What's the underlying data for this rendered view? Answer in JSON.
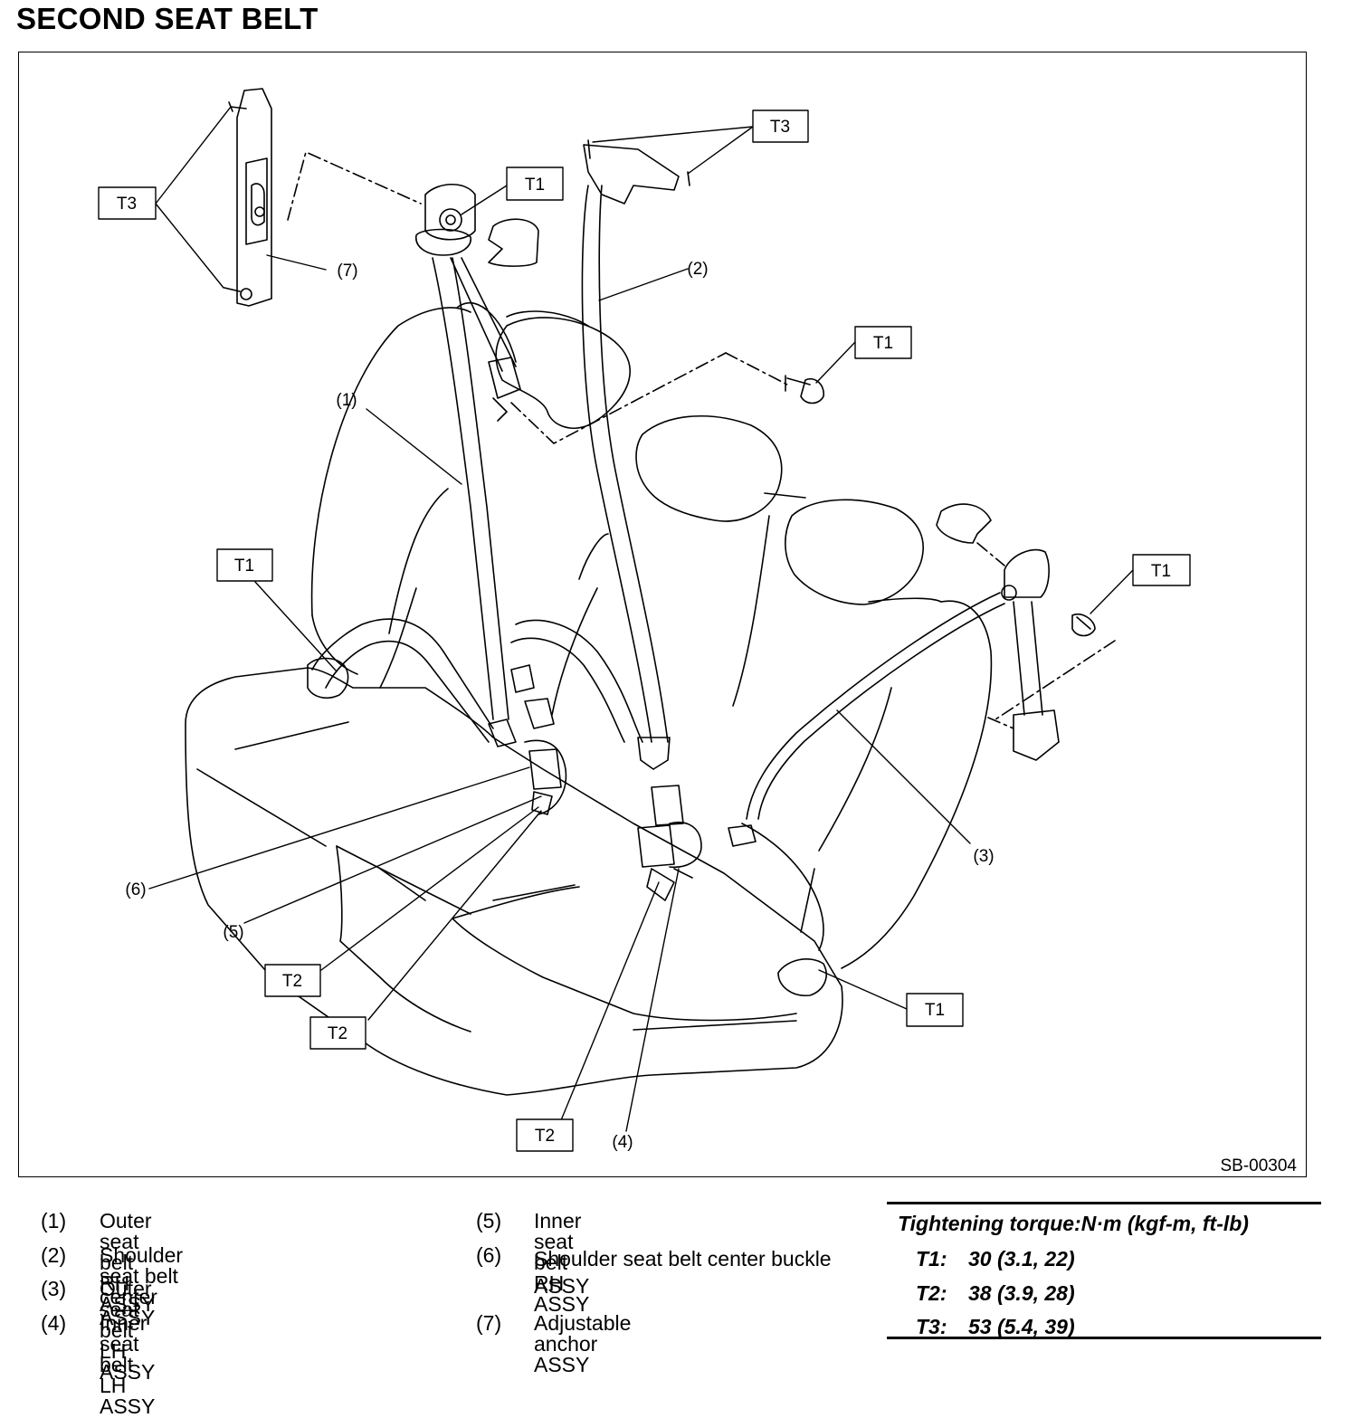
{
  "title": "SECOND SEAT BELT",
  "figure_code": "SB-00304",
  "callouts": {
    "t3": "T3",
    "t1": "T1",
    "t2": "T2",
    "n1": "(1)",
    "n2": "(2)",
    "n3": "(3)",
    "n4": "(4)",
    "n5": "(5)",
    "n6": "(6)",
    "n7": "(7)"
  },
  "legend": [
    {
      "num": "(1)",
      "label": "Outer seat belt RH ASSY"
    },
    {
      "num": "(2)",
      "label": "Shoulder seat belt center ASSY"
    },
    {
      "num": "(3)",
      "label": "Outer seat belt LH ASSY"
    },
    {
      "num": "(4)",
      "label": "Inner seat belt LH ASSY"
    },
    {
      "num": "(5)",
      "label": "Inner seat belt RH ASSY"
    },
    {
      "num": "(6)",
      "label": "Shoulder seat belt center buckle ASSY"
    },
    {
      "num": "(7)",
      "label": "Adjustable anchor ASSY"
    }
  ],
  "torque": {
    "header": "Tightening torque:N·m (kgf-m, ft-lb)",
    "rows": [
      {
        "key": "T1:",
        "value": "30 (3.1, 22)"
      },
      {
        "key": "T2:",
        "value": "38 (3.9, 28)"
      },
      {
        "key": "T3:",
        "value": "53 (5.4, 39)"
      }
    ]
  }
}
